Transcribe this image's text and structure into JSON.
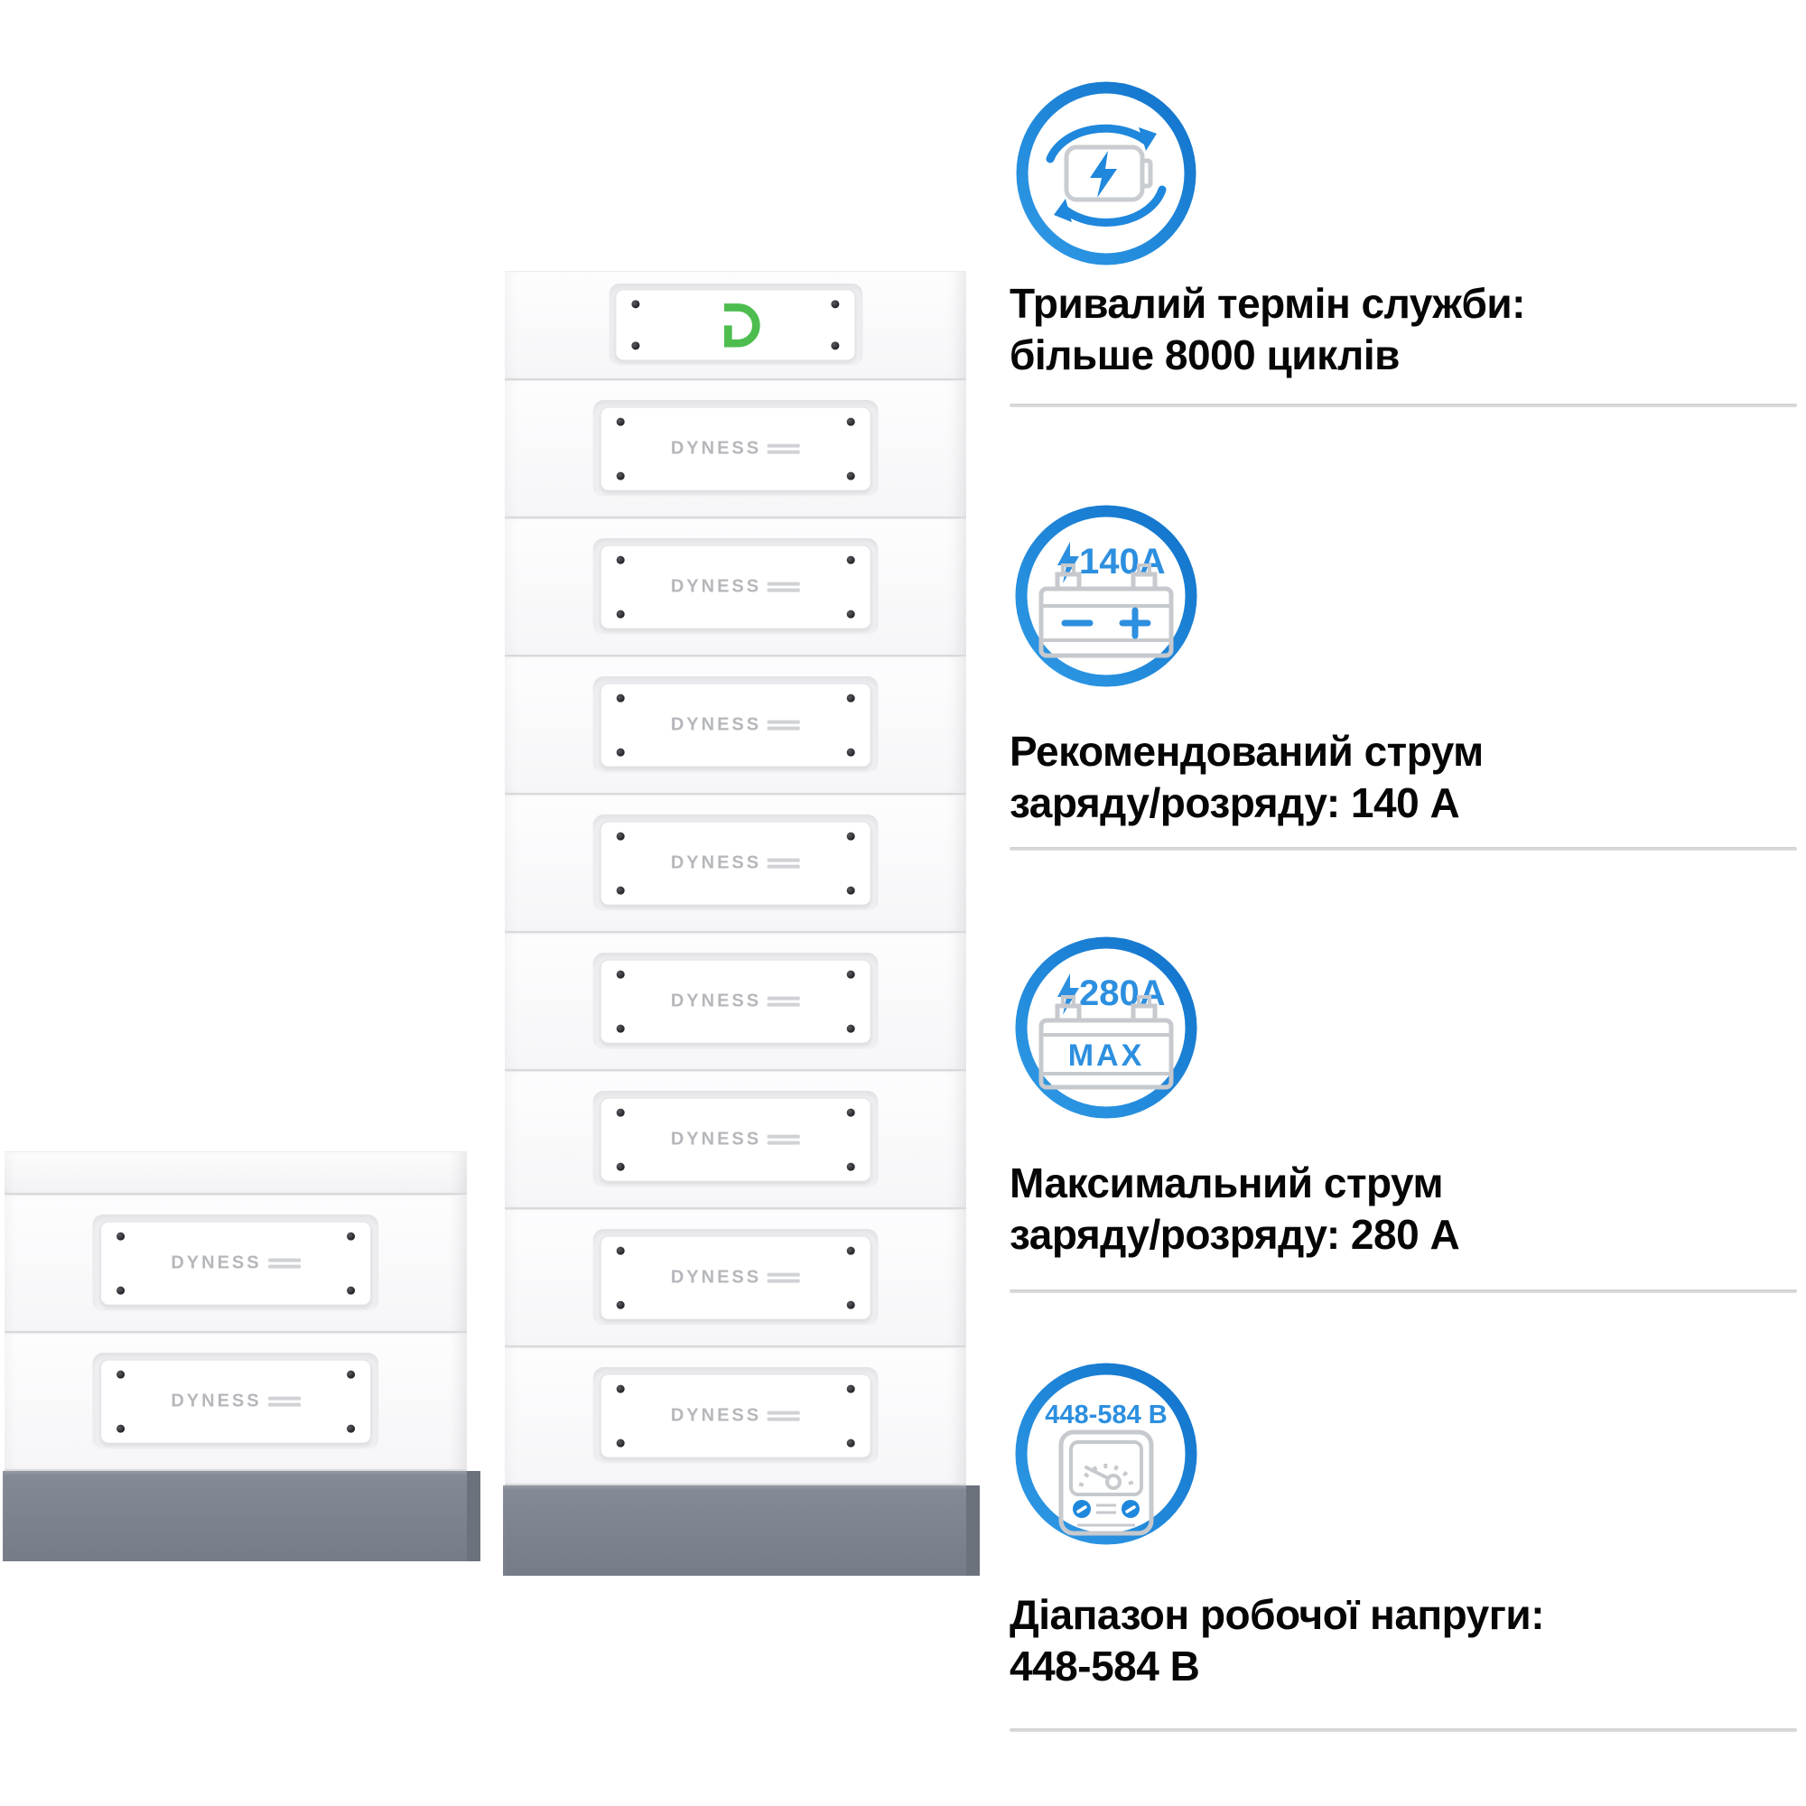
{
  "brand": {
    "wordmark": "DYNESS",
    "logo_letter": "D"
  },
  "colors": {
    "accent_blue": "#1f87dc",
    "accent_blue_light": "#2d8fdf",
    "logo_green": "#4dbd50",
    "device_gray": "#c6c9cd",
    "base_gray": "#7d838e",
    "divider_gray": "#d5d5d7"
  },
  "stacks": {
    "tall_module_count": 9,
    "small_module_count": 2
  },
  "features": [
    {
      "icon": "battery-cycle-icon",
      "lines": [
        "Тривалий термін служби:",
        "більше 8000 циклів"
      ]
    },
    {
      "icon": "battery-charge-current-icon",
      "badge": "140A",
      "lines": [
        "Рекомендований струм",
        "заряду/розряду: 140 А"
      ]
    },
    {
      "icon": "battery-max-current-icon",
      "badge": "280A",
      "battery_label": "MAX",
      "lines": [
        "Максимальний струм",
        "заряду/розряду: 280 А"
      ]
    },
    {
      "icon": "voltage-range-icon",
      "badge": "448-584 В",
      "lines": [
        "Діапазон робочої напруги:",
        "448-584 В"
      ]
    }
  ]
}
